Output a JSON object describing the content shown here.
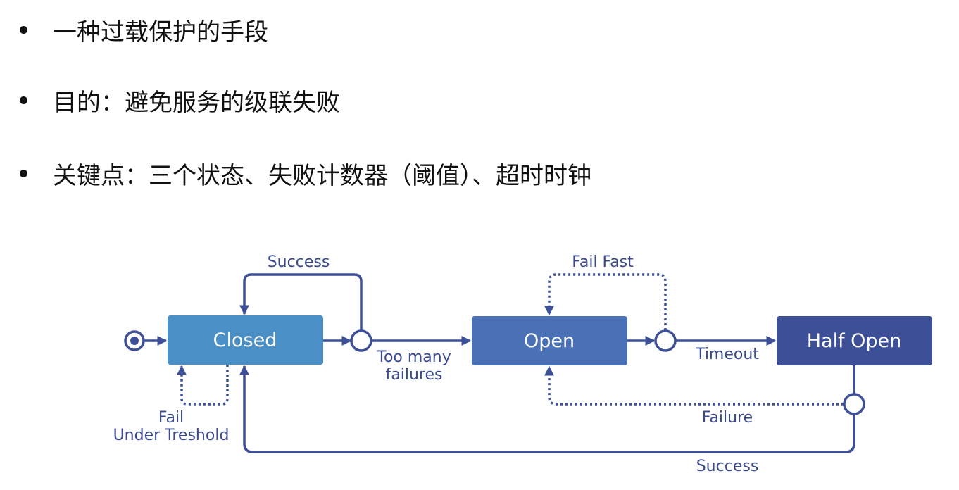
{
  "bullets": [
    "一种过载保护的手段",
    "目的：避免服务的级联失败",
    "关键点：三个状态、失败计数器（阈值）、超时时钟"
  ],
  "diagram": {
    "states": {
      "closed": "Closed",
      "open": "Open",
      "half_open": "Half Open"
    },
    "labels": {
      "closed_success": "Success",
      "too_many": "Too many",
      "failures": "failures",
      "fail_fast": "Fail Fast",
      "timeout": "Timeout",
      "failure": "Failure",
      "fail": "Fail",
      "under_threshold": "Under Treshold",
      "half_open_success": "Success"
    },
    "colors": {
      "line": "#3d4f96",
      "closed": "#4a8fc6",
      "open": "#4a71b6",
      "half_open": "#3d4f96"
    }
  }
}
